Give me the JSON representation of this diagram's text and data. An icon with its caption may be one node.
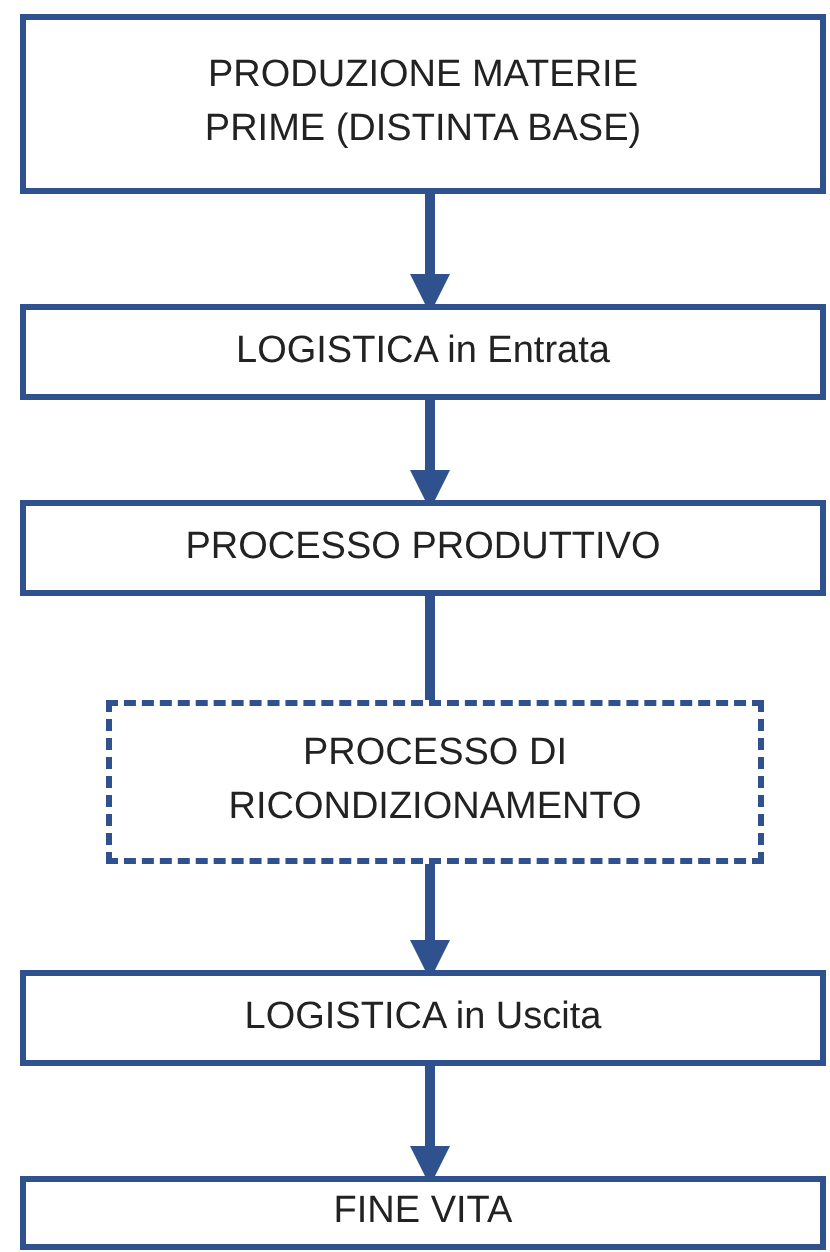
{
  "diagram": {
    "nodes": [
      {
        "text": [
          "PRODUZIONE MATERIE PRIME (DISTINTA BASE)"
        ]
      },
      {
        "text": [
          "LOGISTICA in Entrata"
        ]
      },
      {
        "text": [
          "PROCESSO PRODUTTIVO"
        ]
      },
      {
        "text": [
          "PROCESSO DI RICONDIZIONAMENTO"
        ]
      },
      {
        "text": [
          "LOGISTICA in Uscita"
        ]
      },
      {
        "text": [
          "FINE VITA"
        ]
      }
    ],
    "edges": [
      {
        "from": 0,
        "to": 1,
        "arrow": "to"
      },
      {
        "from": 1,
        "to": 2,
        "arrow": "to"
      },
      {
        "from": 2,
        "to": 3,
        "arrow": "none"
      },
      {
        "from": 3,
        "to": 4,
        "arrow": "to"
      },
      {
        "from": 4,
        "to": 5,
        "arrow": "to"
      }
    ]
  }
}
